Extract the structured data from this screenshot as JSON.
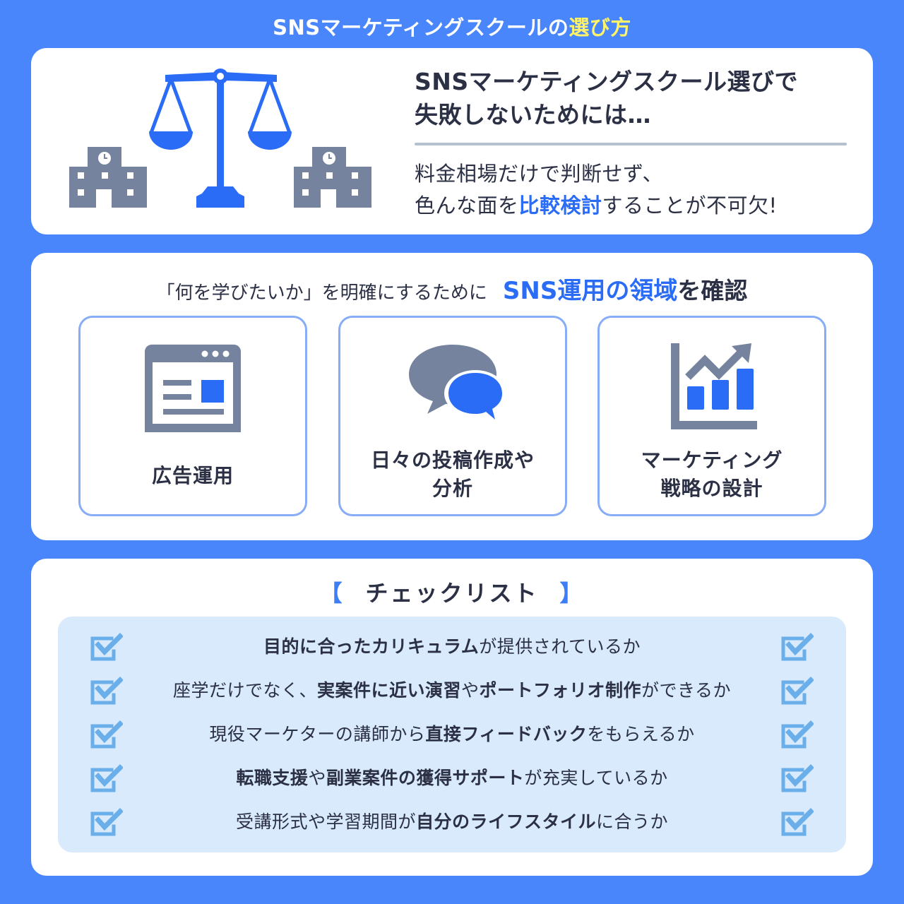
{
  "page_title": {
    "prefix": "SNSマーケティングスクールの",
    "highlight": "選び方"
  },
  "intro": {
    "heading_line1": "SNSマーケティングスクール選びで",
    "heading_line2": "失敗しないためには…",
    "body_line1": "料金相場だけで判断せず、",
    "body_line2_prefix": "色んな面を",
    "body_line2_highlight": "比較検討",
    "body_line2_suffix": "することが不可欠!",
    "illustration": [
      "school-building-icon",
      "balance-scale-icon",
      "school-building-icon"
    ]
  },
  "areas": {
    "heading_prefix": "「何を学びたいか」を明確にするために",
    "heading_highlight": "SNS運用の領域",
    "heading_suffix": "を確認",
    "cards": [
      {
        "icon": "browser-ad-icon",
        "label_line1": "広告運用",
        "label_line2": ""
      },
      {
        "icon": "speech-bubbles-icon",
        "label_line1": "日々の投稿作成や",
        "label_line2": "分析"
      },
      {
        "icon": "growth-chart-icon",
        "label_line1": "マーケティング",
        "label_line2": "戦略の設計"
      }
    ]
  },
  "checklist": {
    "bracket_left": "【",
    "title": "チェックリスト",
    "bracket_right": "】",
    "items": [
      {
        "parts": [
          [
            "目的に合った",
            true
          ],
          [
            "カリキュラム",
            true
          ],
          [
            "が提供されているか",
            false
          ]
        ]
      },
      {
        "parts": [
          [
            "座学だけでなく、",
            false
          ],
          [
            "実案件に近い演習",
            true
          ],
          [
            "や",
            false
          ],
          [
            "ポートフォリオ制作",
            true
          ],
          [
            "ができるか",
            false
          ]
        ]
      },
      {
        "parts": [
          [
            "現役マーケターの講師から",
            false
          ],
          [
            "直接フィードバック",
            true
          ],
          [
            "をもらえるか",
            false
          ]
        ]
      },
      {
        "parts": [
          [
            "転職支援",
            true
          ],
          [
            "や",
            false
          ],
          [
            "副業案件の獲得サポート",
            true
          ],
          [
            "が充実しているか",
            false
          ]
        ]
      },
      {
        "parts": [
          [
            "受講形式や学習期間が",
            false
          ],
          [
            "自分のライフスタイル",
            true
          ],
          [
            "に合うか",
            false
          ]
        ]
      }
    ],
    "check_icon": "checked-box-icon"
  },
  "colors": {
    "background": "#4a86fb",
    "accent_blue": "#2a6cf6",
    "title_highlight": "#fff36a",
    "icon_gray": "#75839f",
    "card_border": "#88adf7",
    "checklist_bg": "#d8eafc",
    "check_icon": "#6aaeea",
    "text_dark": "#2b3045"
  }
}
